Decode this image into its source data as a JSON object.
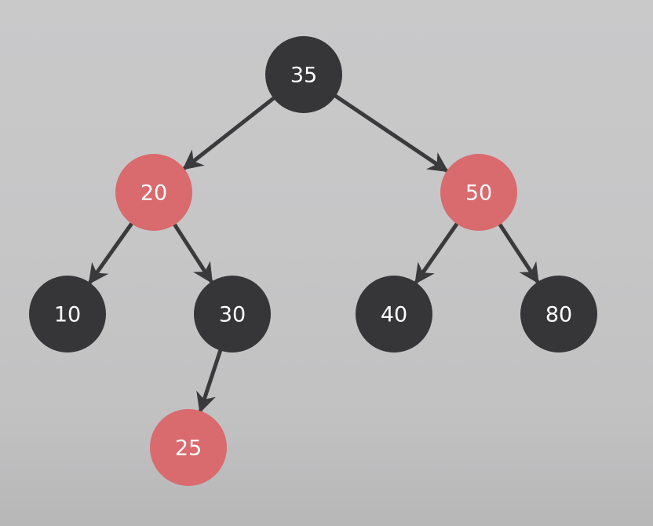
{
  "colors": {
    "red": "#d96a6d",
    "black": "#363638",
    "edge": "#3a3a3c",
    "label": "#ffffff"
  },
  "tree": {
    "nodes": [
      {
        "id": "n35",
        "label": "35",
        "color": "black"
      },
      {
        "id": "n20",
        "label": "20",
        "color": "red"
      },
      {
        "id": "n50",
        "label": "50",
        "color": "red"
      },
      {
        "id": "n10",
        "label": "10",
        "color": "black"
      },
      {
        "id": "n30",
        "label": "30",
        "color": "black"
      },
      {
        "id": "n40",
        "label": "40",
        "color": "black"
      },
      {
        "id": "n80",
        "label": "80",
        "color": "black"
      },
      {
        "id": "n25",
        "label": "25",
        "color": "red"
      }
    ],
    "edges": [
      {
        "from": "n35",
        "to": "n20"
      },
      {
        "from": "n35",
        "to": "n50"
      },
      {
        "from": "n20",
        "to": "n10"
      },
      {
        "from": "n20",
        "to": "n30"
      },
      {
        "from": "n50",
        "to": "n40"
      },
      {
        "from": "n50",
        "to": "n80"
      },
      {
        "from": "n30",
        "to": "n25"
      }
    ]
  }
}
